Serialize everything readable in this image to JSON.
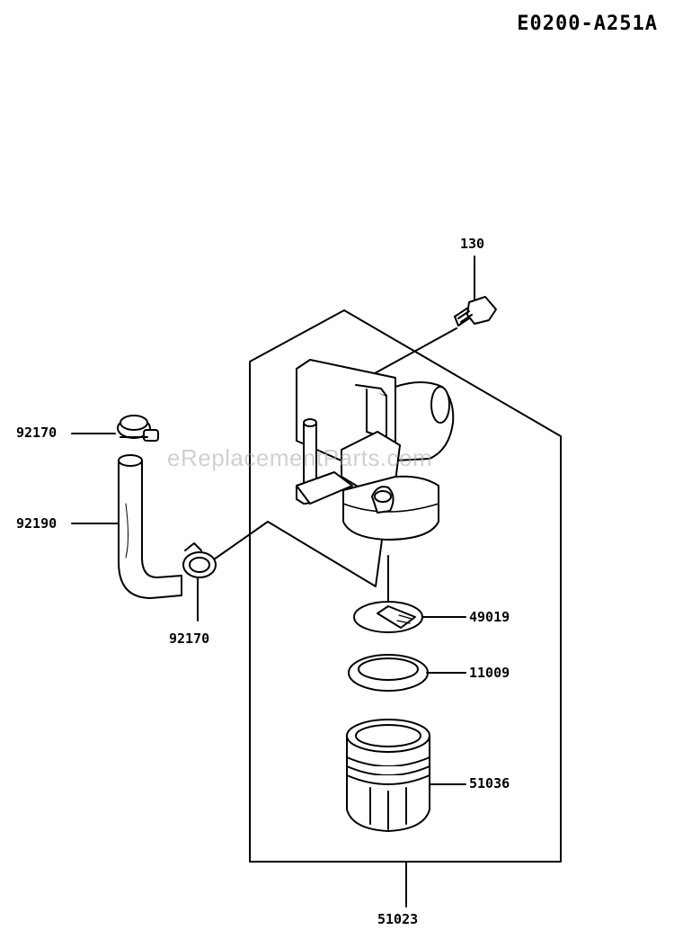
{
  "diagram_id": "E0200-A251A",
  "watermark": "eReplacementParts.com",
  "parts": {
    "p130": "130",
    "p92170_top": "92170",
    "p92190": "92190",
    "p92170_bottom": "92170",
    "p49019": "49019",
    "p11009": "11009",
    "p51036": "51036",
    "p51023": "51023"
  }
}
